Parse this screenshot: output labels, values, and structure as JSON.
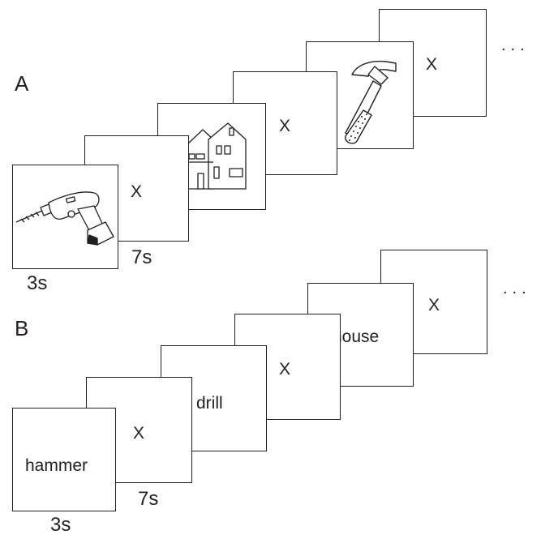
{
  "panels": [
    {
      "letter": "A",
      "cards": [
        {
          "kind": "image",
          "icon": "drill-icon"
        },
        {
          "kind": "mask",
          "text": "X"
        },
        {
          "kind": "image",
          "icon": "house-icon"
        },
        {
          "kind": "mask",
          "text": "X"
        },
        {
          "kind": "image",
          "icon": "hammer-icon"
        },
        {
          "kind": "mask",
          "text": "X"
        }
      ],
      "stimulus_duration": "3s",
      "mask_duration": "7s",
      "ellipsis": "..."
    },
    {
      "letter": "B",
      "cards": [
        {
          "kind": "word",
          "text": "hammer"
        },
        {
          "kind": "mask",
          "text": "X"
        },
        {
          "kind": "word",
          "text": "drill"
        },
        {
          "kind": "mask",
          "text": "X"
        },
        {
          "kind": "word",
          "text": "house"
        },
        {
          "kind": "mask",
          "text": "X"
        }
      ],
      "stimulus_duration": "3s",
      "mask_duration": "7s",
      "ellipsis": "..."
    }
  ]
}
